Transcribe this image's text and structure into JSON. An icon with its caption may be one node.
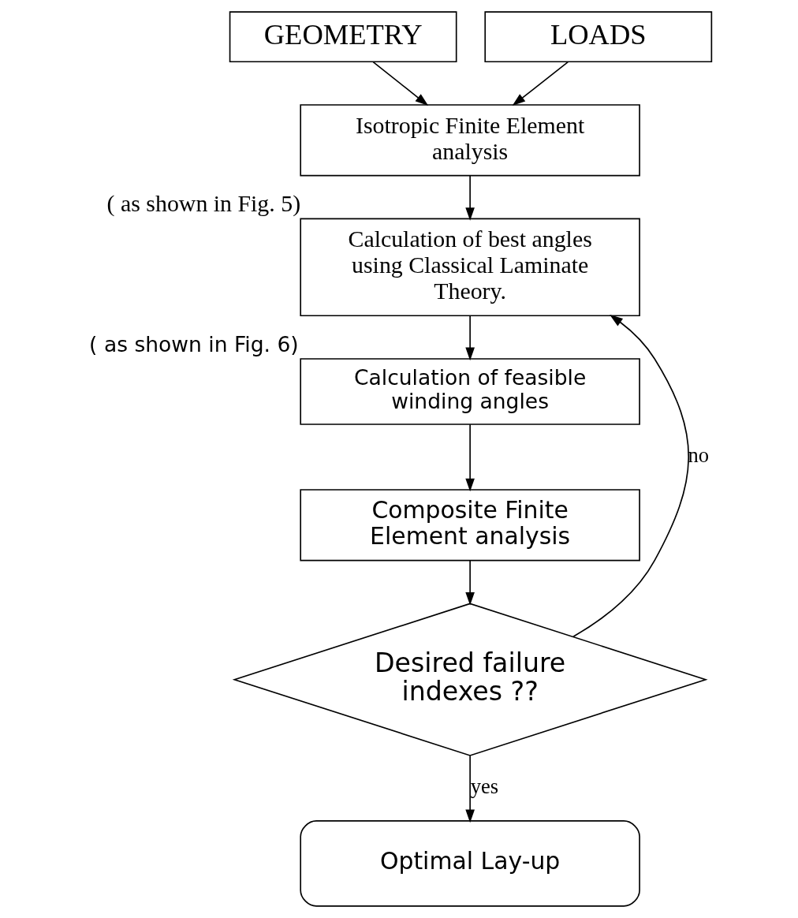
{
  "diagram": {
    "nodes": [
      {
        "text": [
          "GEOMETRY"
        ]
      },
      {
        "text": [
          "LOADS"
        ]
      },
      {
        "text": [
          "Isotropic Finite Element analysis"
        ]
      },
      {
        "text": [
          "Calculation of best angles using Classical Laminate Theory."
        ],
        "beside": [
          "( as shown in Fig. 5)"
        ]
      },
      {
        "text": [
          "Calculation of feasible winding angles"
        ],
        "beside": [
          "( as shown in Fig. 6)"
        ]
      },
      {
        "text": [
          "Composite Finite Element analysis"
        ]
      },
      {
        "text": [
          "Desired failure indexes ??"
        ]
      },
      {
        "text": [
          "Optimal Lay-up"
        ]
      }
    ],
    "edges": [
      {
        "from": 0,
        "to": 2,
        "arrow": "to"
      },
      {
        "from": 1,
        "to": 2,
        "arrow": "to"
      },
      {
        "from": 2,
        "to": 3,
        "arrow": "to"
      },
      {
        "from": 3,
        "to": 4,
        "arrow": "to"
      },
      {
        "from": 4,
        "to": 5,
        "arrow": "to"
      },
      {
        "from": 5,
        "to": 6,
        "arrow": "to"
      },
      {
        "from": 6,
        "to": 7,
        "label": "yes",
        "arrow": "to"
      },
      {
        "from": 6,
        "to": 3,
        "label": "no",
        "arrow": "to"
      }
    ]
  }
}
